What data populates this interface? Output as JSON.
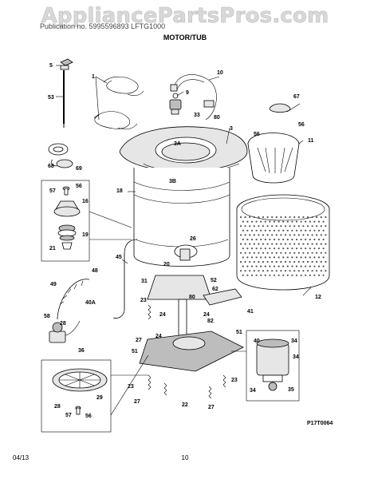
{
  "watermark": "AppliancePartsPros.com",
  "header_line": "Publication no. 5995596893  LFTG1000",
  "title": "MOTOR/TUB",
  "figure_code": "P17T0064",
  "footer": {
    "date": "04/13",
    "page": "10"
  },
  "callouts": [
    "5",
    "53",
    "1",
    "10",
    "9",
    "33",
    "80",
    "3",
    "67",
    "56",
    "56",
    "11",
    "68",
    "69",
    "3A",
    "3B",
    "18",
    "57",
    "56",
    "16",
    "19",
    "21",
    "26",
    "20",
    "45",
    "48",
    "49",
    "31",
    "52",
    "62",
    "12",
    "23",
    "80",
    "82",
    "41",
    "40A",
    "58",
    "24",
    "24",
    "24",
    "27",
    "28",
    "36",
    "51",
    "51",
    "40",
    "34",
    "34",
    "35",
    "34",
    "23",
    "23",
    "27",
    "27",
    "22",
    "28",
    "57",
    "56",
    "29"
  ]
}
